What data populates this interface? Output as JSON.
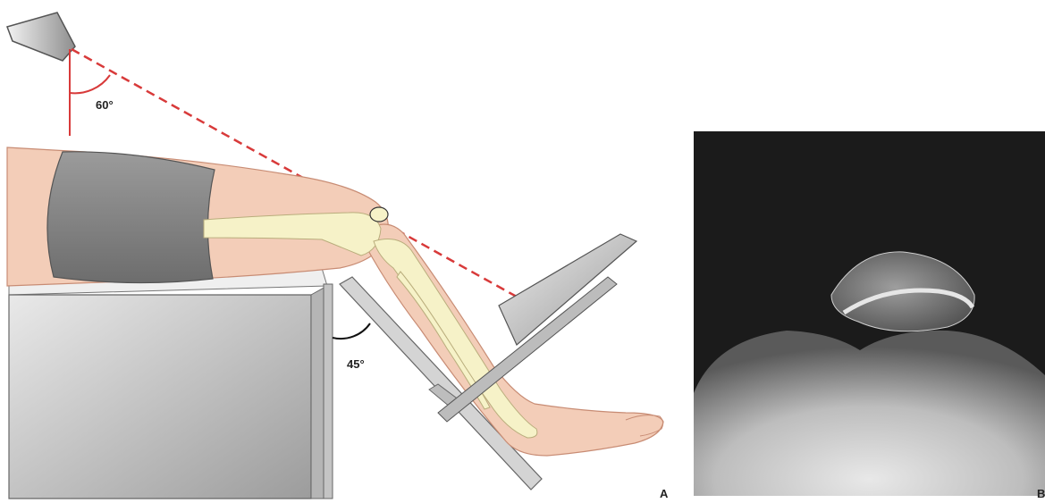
{
  "figure": {
    "angle_beam_label": "60°",
    "angle_leg_label": "45°",
    "panel_a_label": "A",
    "panel_b_label": "B",
    "colors": {
      "beam": "#d83a3a",
      "skin": "#f3cdb8",
      "bone": "#f6f2c8",
      "garment": "#8a8a8a",
      "table": "#cfcfcf",
      "xray_background": "#1b1b1b"
    }
  }
}
